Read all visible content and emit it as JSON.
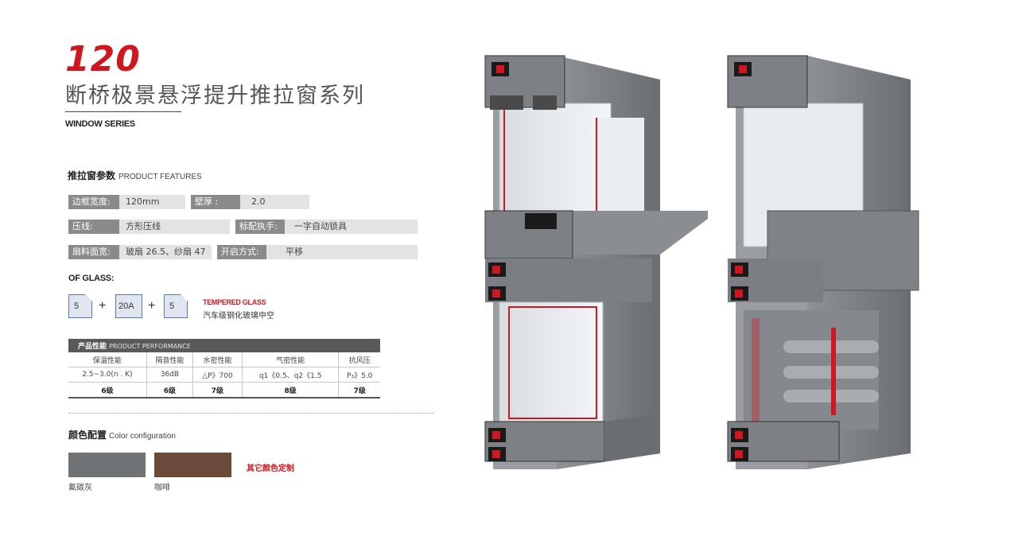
{
  "header": {
    "model": "120",
    "series_cn": "断桥极景悬浮提升推拉窗系列",
    "series_en": "WINDOW SERIES"
  },
  "features": {
    "title_cn": "推拉窗参数",
    "title_en": "PRODUCT FEATURES",
    "rows": [
      [
        {
          "label": "边框宽度:",
          "value": "120mm"
        },
        {
          "label": "壁厚 :",
          "value": "2.0"
        }
      ],
      [
        {
          "label": "压线:",
          "value": "方形压线"
        },
        {
          "label": "标配执手:",
          "value": "一字自动锁具"
        }
      ],
      [
        {
          "label": "扇料面宽:",
          "value": "玻扇 26.5、纱扇 47"
        },
        {
          "label": "开启方式:",
          "value": "平移"
        }
      ]
    ]
  },
  "glass": {
    "title": "OF GLASS:",
    "pane1": "5",
    "gap": "20A",
    "pane2": "5",
    "plus": "+",
    "type_en": "TEMPERED GLASS",
    "type_cn": "汽车级钢化玻璃中空"
  },
  "performance": {
    "title_cn": "产品性能",
    "title_en": "PRODUCT PERFORMANCE",
    "headers": [
      "保温性能",
      "隔音性能",
      "水密性能",
      "气密性能",
      "抗风压"
    ],
    "values": [
      "2.5~3.0(n . K)",
      "36dB",
      "△P》700",
      "q1《0.5、q2《1.5",
      "P₃》5.0"
    ],
    "grades": [
      "6级",
      "6级",
      "7级",
      "8级",
      "7级"
    ]
  },
  "colors": {
    "title_cn": "颜色配置",
    "title_en": "Color configuration",
    "swatches": [
      {
        "name": "氟碳灰",
        "color": "#6f7375"
      },
      {
        "name": "咖啡",
        "color": "#6b4a3a"
      }
    ],
    "custom_note": "其它颜色定制"
  },
  "palette": {
    "accent_red": "#d0171f",
    "frame_gray": "#7d8185",
    "label_gray": "#8a8a8a"
  }
}
